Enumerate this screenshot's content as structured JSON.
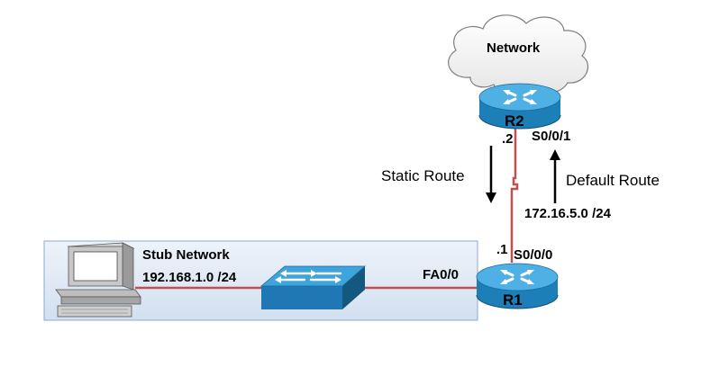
{
  "cloud": {
    "label": "Network"
  },
  "routers": [
    {
      "name": "R2"
    },
    {
      "name": "R1"
    }
  ],
  "interfaces": {
    "r2_serial": "S0/0/1",
    "r2_host": ".2",
    "r1_serial": "S0/0/0",
    "r1_host": ".1",
    "r1_fast": "FA0/0"
  },
  "wan_subnet": "172.16.5.0 /24",
  "routes": {
    "static": "Static Route",
    "default": "Default Route"
  },
  "stub": {
    "title": "Stub Network",
    "subnet": "192.168.1.0 /24"
  },
  "colors": {
    "link": "#c0504d",
    "router_body": "#1c7fb8",
    "router_top": "#4fb0e6",
    "switch_body": "#2687c4",
    "stub_fill": "#dce6f2",
    "stub_border": "#8eaad4"
  }
}
